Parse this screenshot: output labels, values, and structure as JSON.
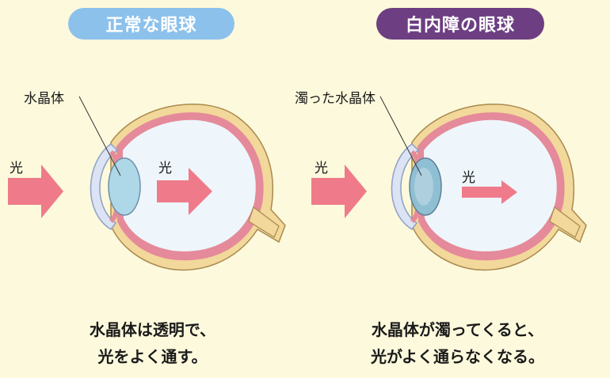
{
  "normal": {
    "title": "正常な眼球",
    "lens_label": "水晶体",
    "light_in_label": "光",
    "light_through_label": "光",
    "caption_line1": "水晶体は透明で、",
    "caption_line2": "光をよく通す。"
  },
  "cataract": {
    "title": "白内障の眼球",
    "lens_label": "濁った水晶体",
    "light_in_label": "光",
    "light_through_label": "光",
    "caption_line1": "水晶体が濁ってくると、",
    "caption_line2": "光がよく通らなくなる。"
  },
  "colors": {
    "background": "#fdf9dc",
    "normal_pill": "#8cc1ec",
    "cataract_pill": "#6d3e82",
    "arrow": "#ef7b8a",
    "sclera": "#f2d89a",
    "retina": "#e58a9a",
    "vitreous": "#eef6fb",
    "lens_clear": "#aed8e8",
    "lens_cloudy": "#8fbfd2"
  },
  "icons": [
    "light-arrow-icon",
    "eyeball-icon"
  ]
}
